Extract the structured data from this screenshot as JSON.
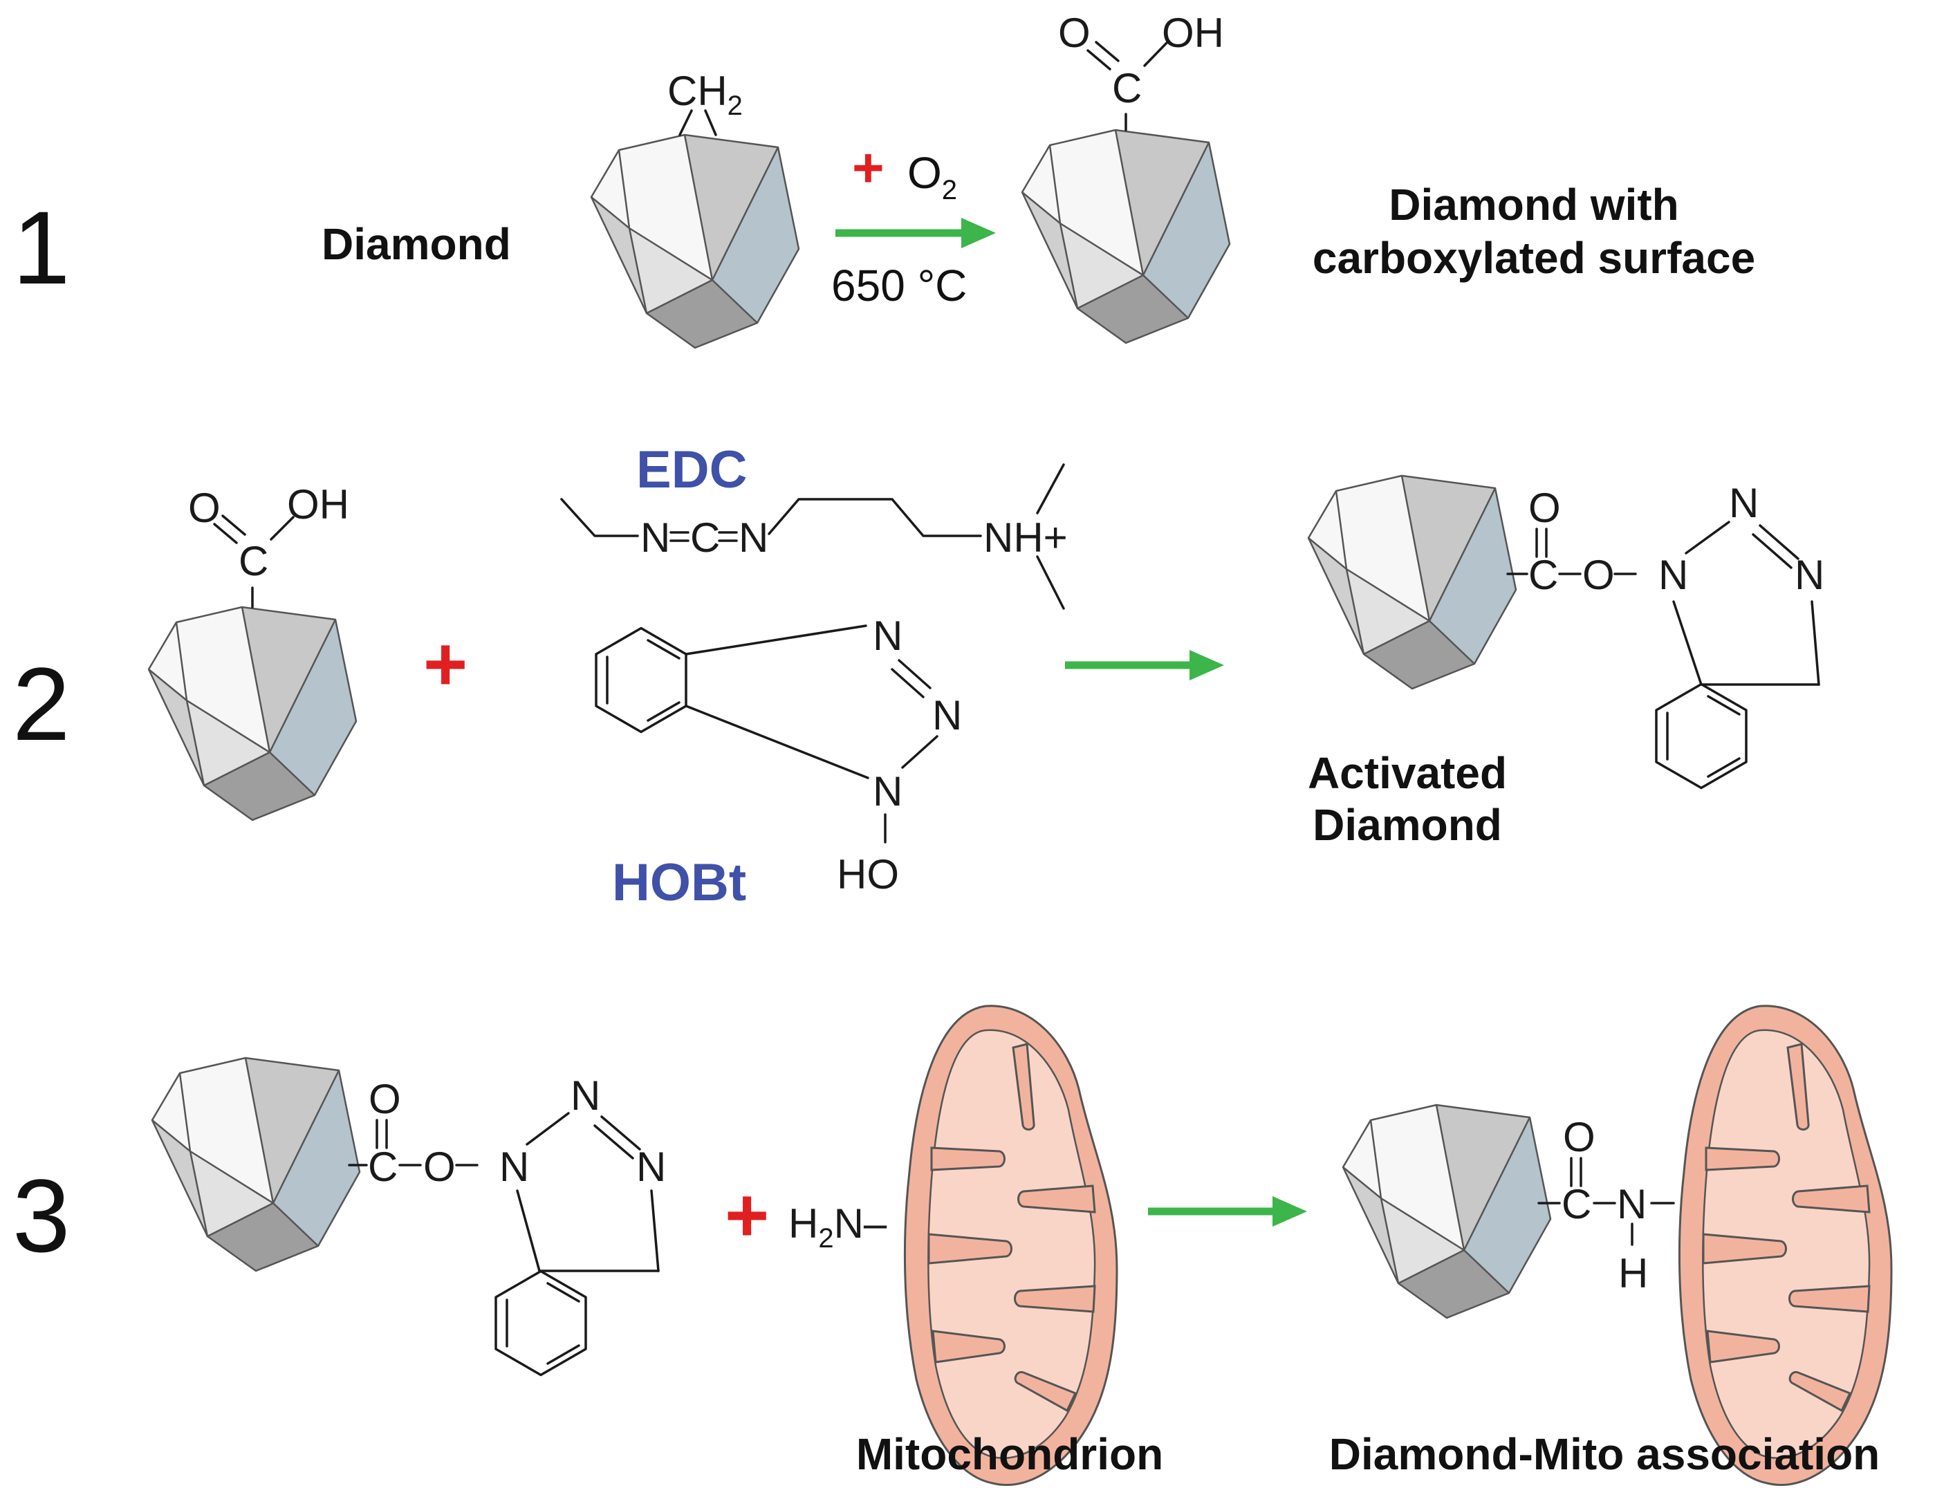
{
  "steps": {
    "step1": {
      "number": "1",
      "reactant_label": "Diamond",
      "surface_group": "CH",
      "surface_group_sub": "2",
      "reagent_plus": "+",
      "reagent": "O",
      "reagent_sub": "2",
      "condition": "650 °C",
      "product_label_line1": "Diamond with",
      "product_label_line2": "carboxylated surface"
    },
    "step2": {
      "number": "2",
      "plus": "+",
      "reagent1_name": "EDC",
      "reagent2_name": "HOBt",
      "product_label_line1": "Activated",
      "product_label_line2": "Diamond"
    },
    "step3": {
      "number": "3",
      "plus": "+",
      "amine_prefix": "H",
      "amine_sub": "2",
      "amine_suffix": "N–",
      "mito_label": "Mitochondrion",
      "product_label": "Diamond-Mito association"
    }
  },
  "atoms": {
    "O": "O",
    "OH": "OH",
    "C": "C",
    "N": "N",
    "H": "H",
    "HO": "HO",
    "NH_plus": "NH+"
  },
  "colors": {
    "arrow": "#3cb54a",
    "plus": "#e02020",
    "reagent_name": "#3f51a8",
    "mito_outer": "#f2b39e",
    "mito_inner": "#f9d5c8"
  }
}
